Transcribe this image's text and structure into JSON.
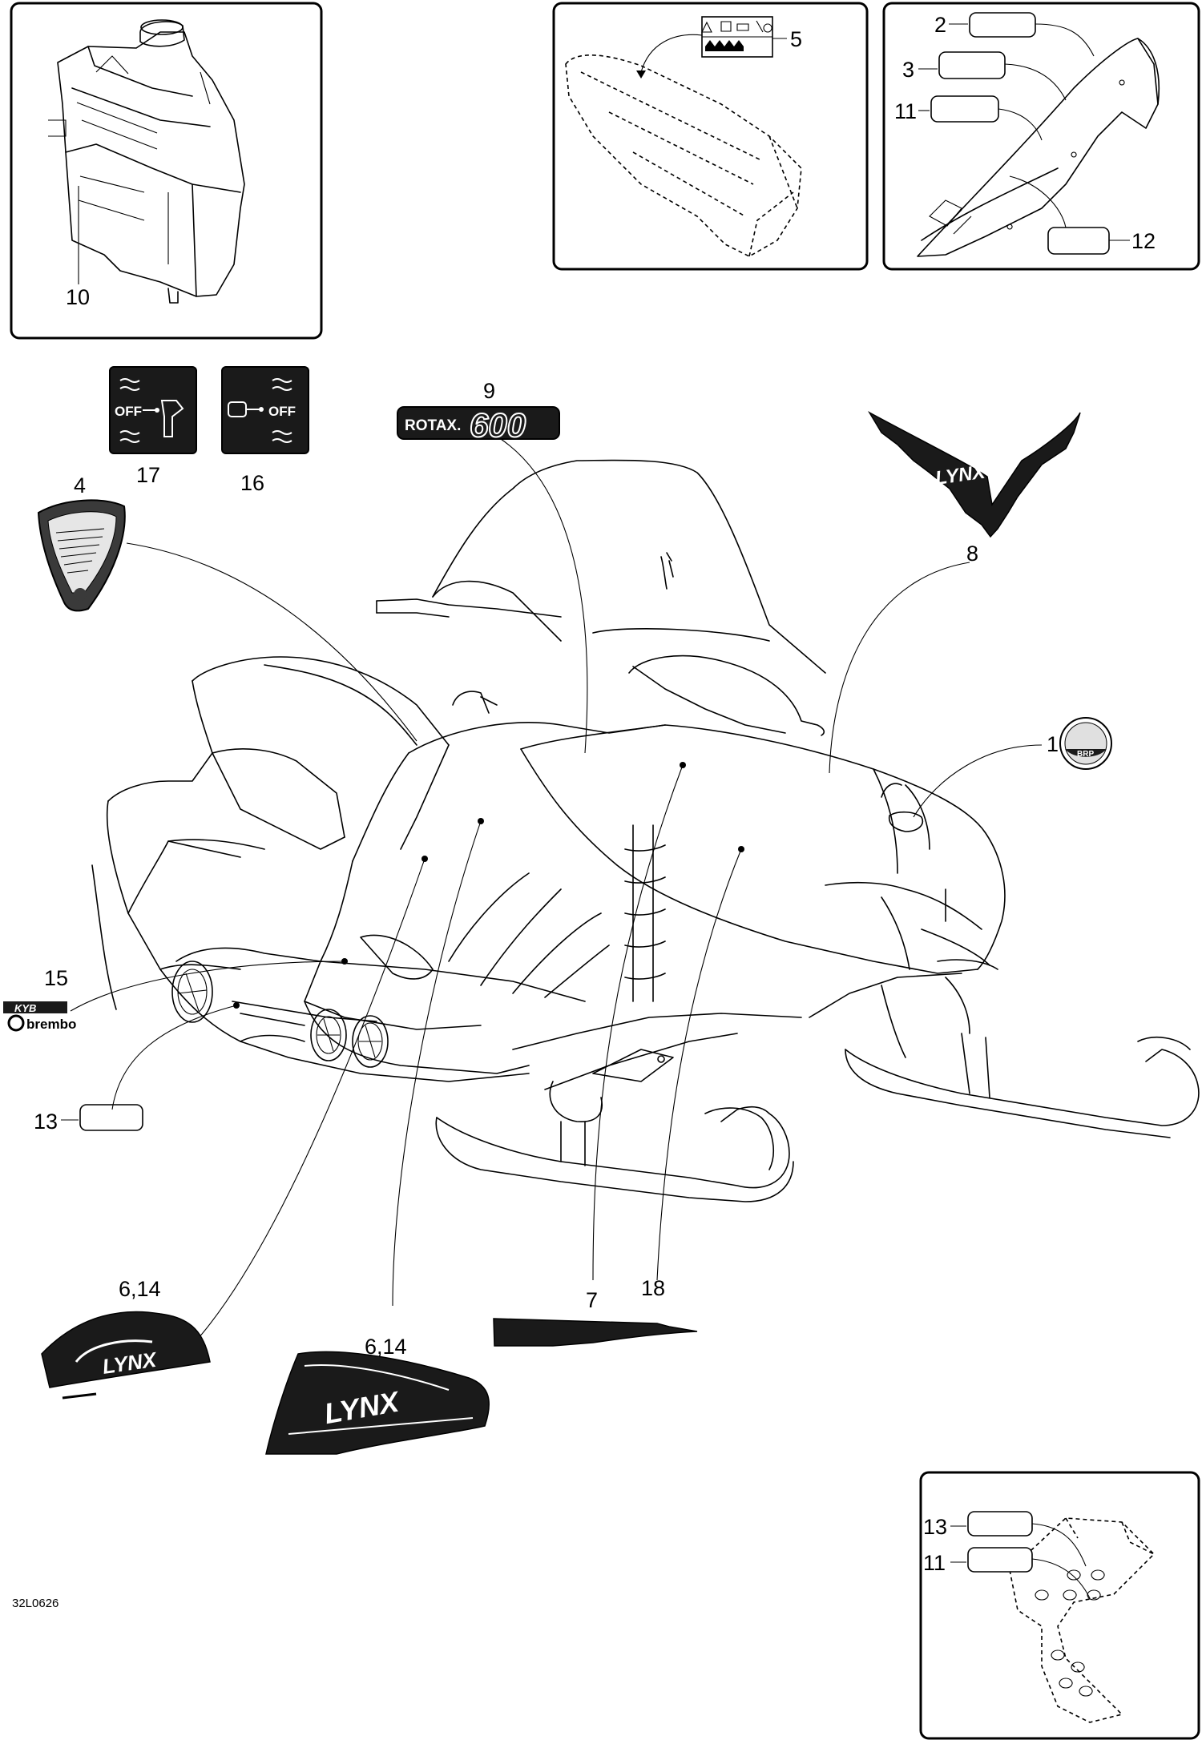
{
  "drawing_code": "32L0626",
  "callouts": {
    "c1": "1",
    "c2": "2",
    "c3": "3",
    "c4": "4",
    "c5": "5",
    "c6a": "6,14",
    "c6b": "6,14",
    "c7": "7",
    "c8": "8",
    "c9": "9",
    "c10": "10",
    "c11a": "11",
    "c11b": "11",
    "c12": "12",
    "c13a": "13",
    "c13b": "13",
    "c15": "15",
    "c16": "16",
    "c17": "17",
    "c18": "18"
  },
  "decal_text": {
    "rotax": "ROTAX.",
    "rotax_model": "600",
    "off": "OFF",
    "lynx": "LYNX",
    "brembo": "brembo",
    "kyb": "KYB",
    "brp": "BRP"
  },
  "colors": {
    "line": "#000000",
    "decal_fill": "#1a1a1a",
    "background": "#ffffff"
  }
}
